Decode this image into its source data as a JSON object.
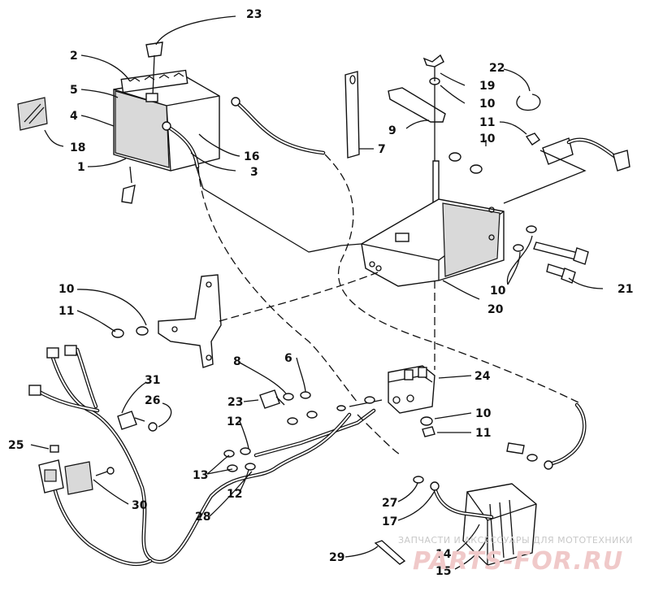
{
  "diagram": {
    "callouts": {
      "c23a": "23",
      "c2": "2",
      "c5": "5",
      "c4": "4",
      "c18": "18",
      "c1": "1",
      "c16": "16",
      "c3": "3",
      "c7": "7",
      "c9": "9",
      "c19": "19",
      "c10a": "10",
      "c22": "22",
      "c11a": "11",
      "c10b": "10",
      "c21": "21",
      "c10c": "10",
      "c20": "20",
      "c10d": "10",
      "c11b": "11",
      "c8": "8",
      "c6": "6",
      "c31": "31",
      "c26": "26",
      "c23b": "23",
      "c12a": "12",
      "c24": "24",
      "c10e": "10",
      "c11c": "11",
      "c25": "25",
      "c13": "13",
      "c12b": "12",
      "c30": "30",
      "c28": "28",
      "c27": "27",
      "c17": "17",
      "c29": "29",
      "c14": "14",
      "c15": "15"
    }
  },
  "watermark": {
    "line1": "ЗАПЧАСТИ И АКСЕССУАРЫ ДЛЯ МОТОТЕХНИКИ",
    "line2": "PARTS-FOR.RU"
  }
}
